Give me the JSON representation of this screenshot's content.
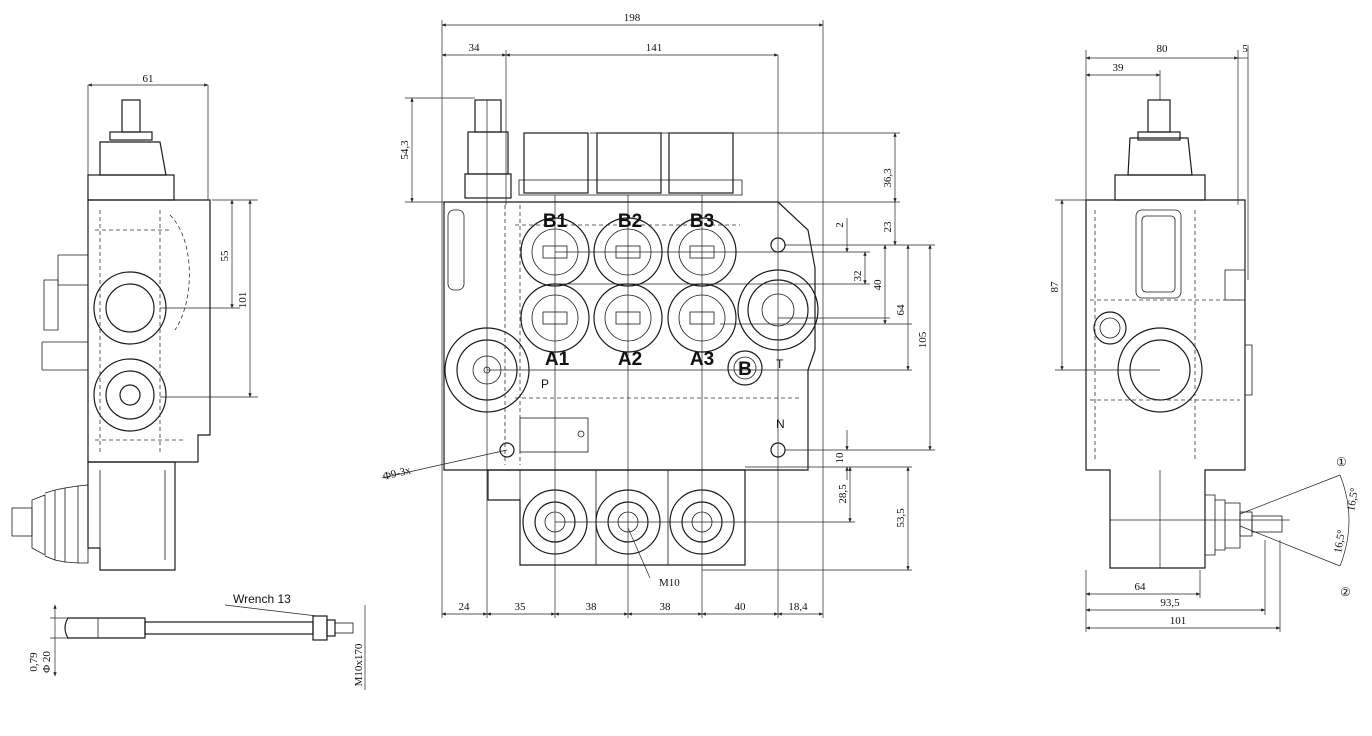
{
  "ports": {
    "b1": "B1",
    "b2": "B2",
    "b3": "B3",
    "a1": "A1",
    "a2": "A2",
    "a3": "A3",
    "p": "P",
    "t": "T",
    "n": "N",
    "b_plug": "B"
  },
  "dims_front": {
    "overall_width": "198",
    "left_offset": "34",
    "span": "141",
    "height_543": "54,3",
    "h363": "36,3",
    "h23": "23",
    "h2": "2",
    "h32": "32",
    "h40": "40",
    "h64": "64",
    "h105": "105",
    "h10": "10",
    "h285": "28,5",
    "h535": "53,5",
    "b24": "24",
    "b35": "35",
    "b38a": "38",
    "b38b": "38",
    "b40": "40",
    "b184": "18,4",
    "hole": "Φ9-3x",
    "thread": "M10"
  },
  "dims_left": {
    "w61": "61",
    "h55": "55",
    "h101": "101"
  },
  "dims_right": {
    "w80": "80",
    "w5": "5",
    "w39": "39",
    "h87": "87",
    "w64": "64",
    "w935": "93,5",
    "w101": "101",
    "ang1": "16,5°",
    "ang2": "16,5°",
    "pos1": "①",
    "pos2": "②"
  },
  "lever": {
    "wrench": "Wrench 13",
    "d079": "0,79",
    "d20": "Φ 20",
    "thread": "M10x170"
  }
}
